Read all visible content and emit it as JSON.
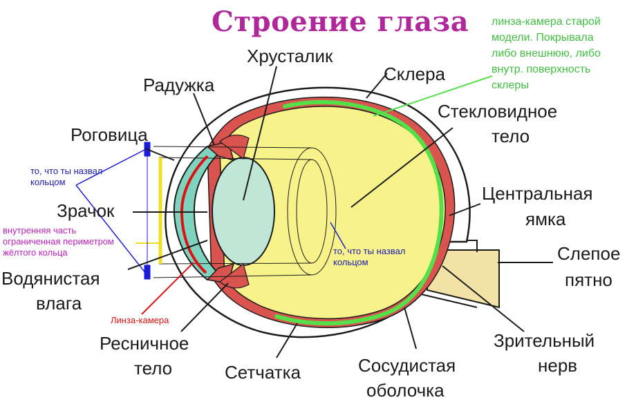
{
  "title": "Строение глаза",
  "labels": {
    "lens": "Хрусталик",
    "iris": "Радужка",
    "sclera": "Склера",
    "cornea": "Роговица",
    "vitreous_line1": "Стекловидное",
    "vitreous_line2": "тело",
    "pupil": "Зрачок",
    "fovea_line1": "Центральная",
    "fovea_line2": "ямка",
    "blind_line1": "Слепое",
    "blind_line2": "пятно",
    "aqueous_line1": "Водянистая",
    "aqueous_line2": "влага",
    "ciliary_line1": "Ресничное",
    "ciliary_line2": "тело",
    "retina": "Сетчатка",
    "choroid_line1": "Сосудистая",
    "choroid_line2": "оболочка",
    "optic_line1": "Зрительный",
    "optic_line2": "нерв"
  },
  "annotations": {
    "ring_left_line1": "то, что ты назвал",
    "ring_left_line2": "кольцом",
    "ring_right_line1": "то, что ты назвал",
    "ring_right_line2": "кольцом",
    "inner_line1": "внутренняя часть",
    "inner_line2": "ограниченная периметром",
    "inner_line3": "жёлтого кольца",
    "lens_camera": "Линза-камера",
    "old_model_line1": "линза-камера старой",
    "old_model_line2": "модели. Покрывала",
    "old_model_line3": "либо внешнюю, либо",
    "old_model_line4": "внутр. поверхность",
    "old_model_line5": "склеры"
  },
  "colors": {
    "title": "#b0279a",
    "sclera_fill": "#ffffff",
    "choroid_fill": "#d9534f",
    "vitreous_fill": "#f7f38a",
    "lens_fill": "#bfe6d6",
    "cornea_fill": "#7fd4bf",
    "optic_nerve_fill": "#f3e2a6",
    "green_marker": "#55e04a",
    "red_marker": "#e01010",
    "blue_marker": "#1a1ad8",
    "yellow_marker": "#f0e020",
    "magenta_note": "#c020c0",
    "green_note": "#3fbf3f",
    "blue_note": "#1a1ab0"
  }
}
